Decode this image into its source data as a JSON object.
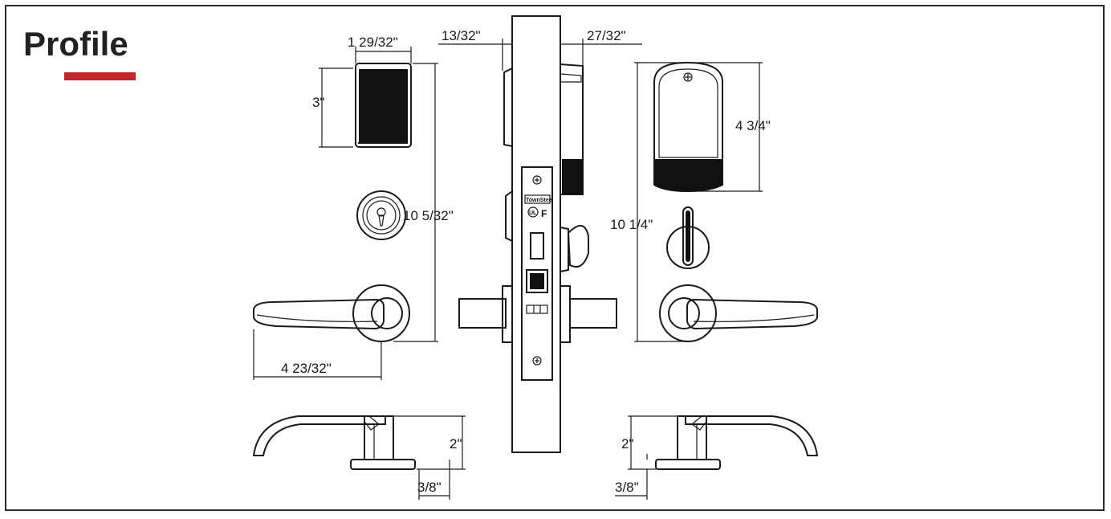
{
  "header": {
    "title": "Profile"
  },
  "colors": {
    "accent": "#c0272d",
    "ink": "#1a1a1a",
    "fill": "#111111"
  },
  "logo": {
    "brand": "TownSteel",
    "mark": "UL",
    "rating": "F"
  },
  "dimensions": {
    "keypad_width": "1 29/32\"",
    "keypad_height": "3\"",
    "left_trim_height": "10 5/32\"",
    "lever_length": "4 23/32\"",
    "backset_left": "13/32\"",
    "backset_right": "27/32\"",
    "reader_height": "4 3/4\"",
    "right_trim_height": "10 1/4\"",
    "lever_projection_left": "2\"",
    "rose_thickness_left": "3/8\"",
    "lever_projection_right": "2\"",
    "rose_thickness_right": "3/8\""
  }
}
